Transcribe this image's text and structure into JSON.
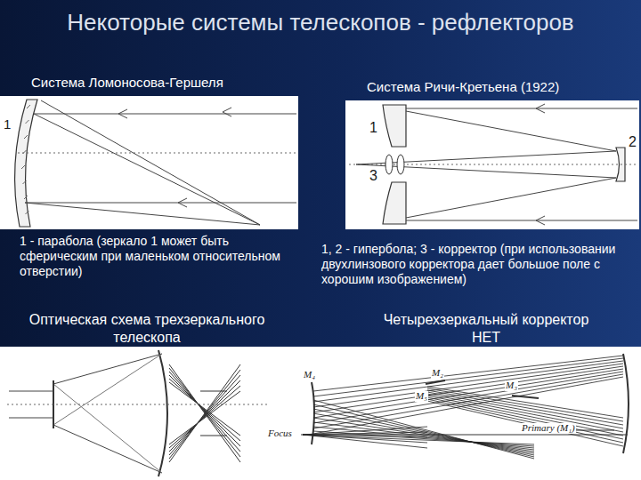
{
  "diagram": {
    "title": "Некоторые системы телескопов - рефлекторов",
    "labels": [
      "Система Ломоносова-Гершеля",
      "1",
      "Система Ричи-Кретьена (1922)",
      "1",
      "2",
      "3",
      "1 - парабола (зеркало 1 может быть сферическим при маленьком относительном отверстии)",
      "1, 2 - гипербола; 3 - корректор (при использовании двухлинзового корректора дает большое поле с хорошим изображением)",
      "Оптическая схема трехзеркального телескопа",
      "Четырехзеркальный корректор НЕТ",
      "M₄",
      "M₂",
      "M₅",
      "M₃",
      "Focus",
      "Primary (M₁)"
    ]
  }
}
